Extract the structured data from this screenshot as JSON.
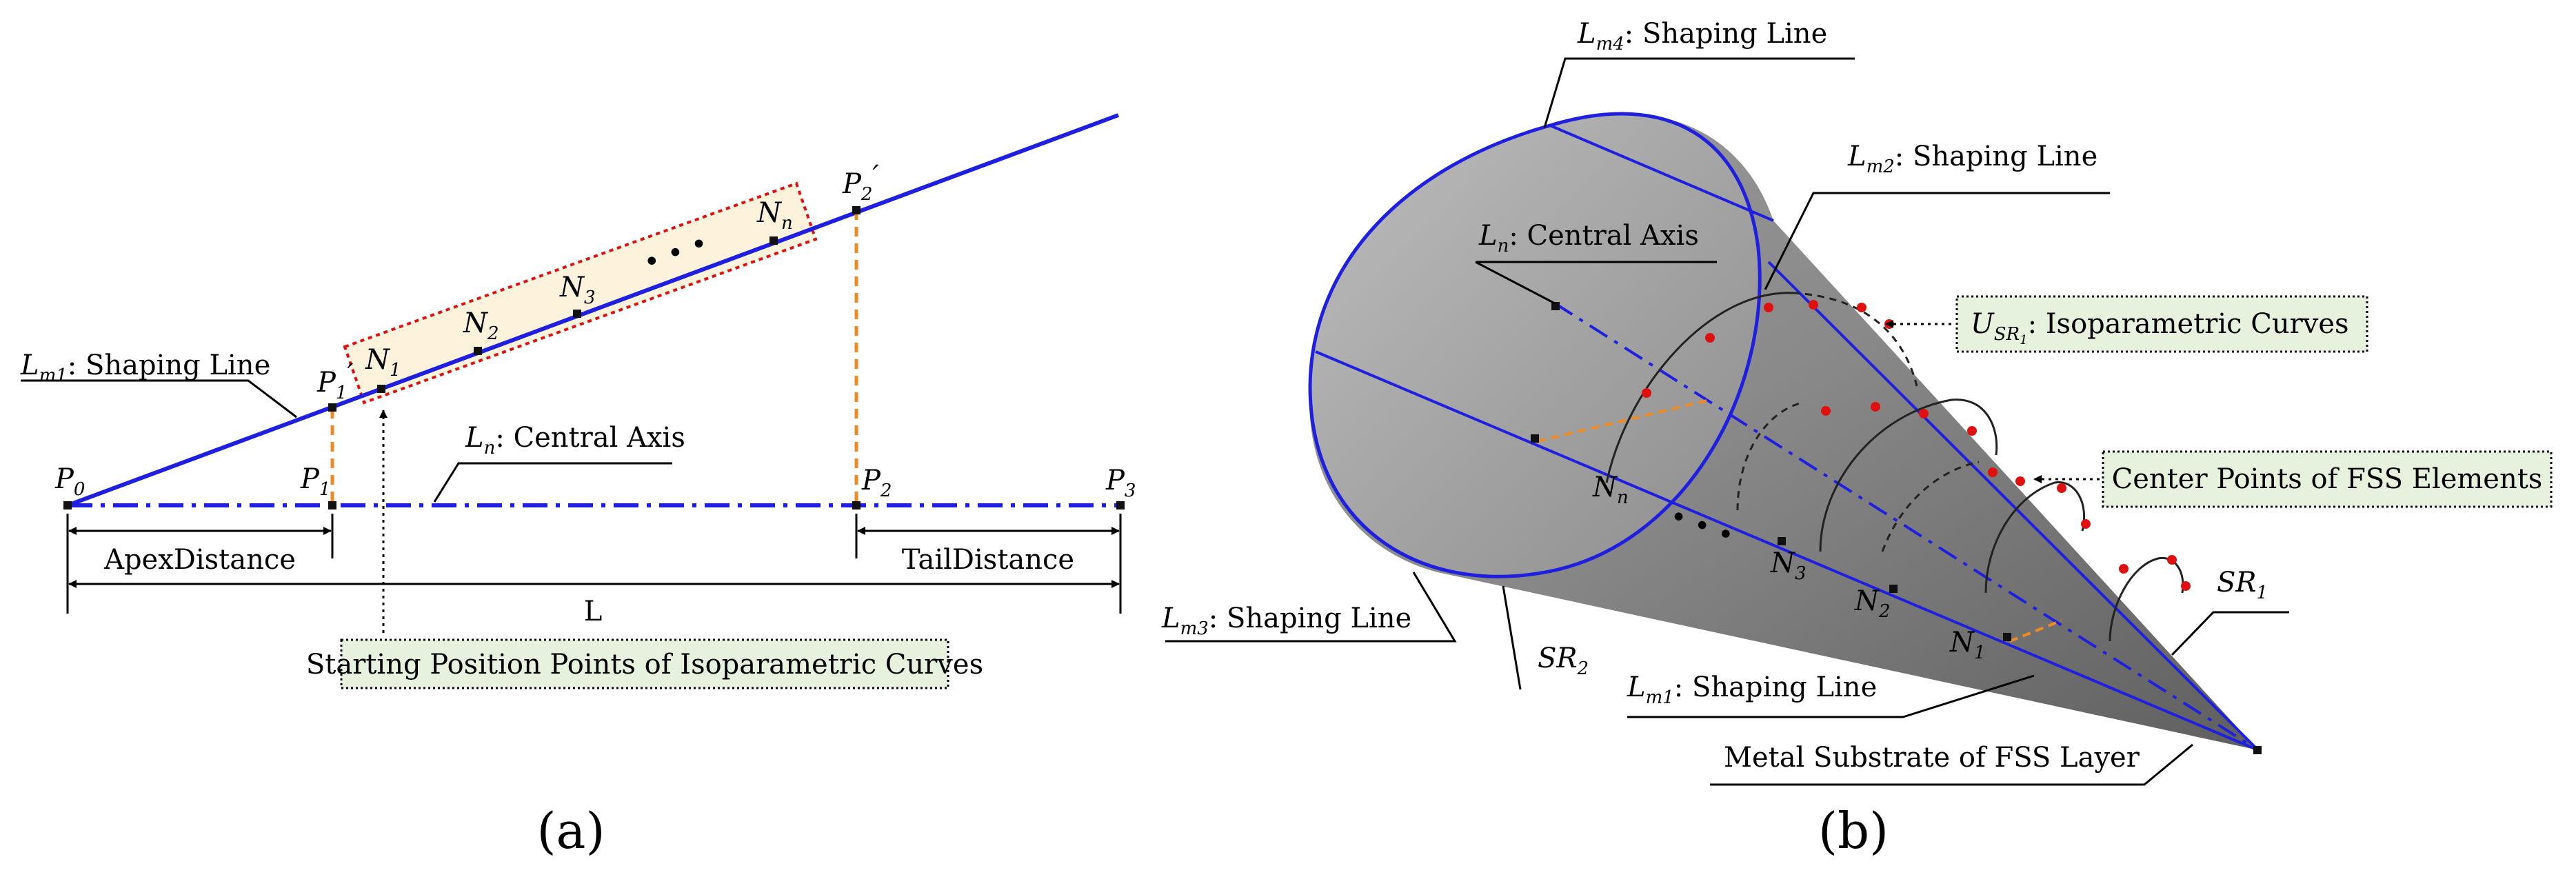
{
  "colors": {
    "blue": "#1f1fe0",
    "orange": "#f08a24",
    "red": "#e01010",
    "box_fill": "#fdf3dc",
    "note_fill": "#e6f2de",
    "cone_dark": "#6e6e6e",
    "cone_light": "#b4b4b4"
  },
  "panel_a": {
    "caption": "(a)",
    "shaping_line": {
      "main": "L",
      "sub": "m1",
      "text": ": Shaping Line"
    },
    "central_axis": {
      "main": "L",
      "sub": "n",
      "text": ": Central Axis"
    },
    "points": {
      "p0": {
        "main": "P",
        "sub": "0"
      },
      "p1": {
        "main": "P",
        "sub": "1"
      },
      "p2": {
        "main": "P",
        "sub": "2"
      },
      "p3": {
        "main": "P",
        "sub": "3"
      },
      "p1p": {
        "main": "P",
        "sub": "1",
        "prime": "′"
      },
      "p2p": {
        "main": "P",
        "sub": "2",
        "prime": "′"
      }
    },
    "nodes": {
      "n1": {
        "main": "N",
        "sub": "1"
      },
      "n2": {
        "main": "N",
        "sub": "2"
      },
      "n3": {
        "main": "N",
        "sub": "3"
      },
      "nn": {
        "main": "N",
        "sub": "n"
      }
    },
    "ellipsis": "• • •",
    "apex_distance": "ApexDistance",
    "tail_distance": "TailDistance",
    "total_length": "L",
    "note": "Starting Position Points of Isoparametric Curves"
  },
  "panel_b": {
    "caption": "(b)",
    "lm4": {
      "main": "L",
      "sub": "m4",
      "text": ": Shaping Line"
    },
    "lm2": {
      "main": "L",
      "sub": "m2",
      "text": ": Shaping Line"
    },
    "lm3": {
      "main": "L",
      "sub": "m3",
      "text": ": Shaping Line"
    },
    "lm1": {
      "main": "L",
      "sub": "m1",
      "text": ": Shaping Line"
    },
    "ln": {
      "main": "L",
      "sub": "n",
      "text": ": Central Axis"
    },
    "iso_note": {
      "main": "U",
      "sub": "SR",
      "subsub": "1",
      "text": ": Isoparametric Curves"
    },
    "center_note": "Center Points of FSS Elements",
    "sr1": {
      "main": "SR",
      "sub": "1"
    },
    "sr2": {
      "main": "SR",
      "sub": "2"
    },
    "metal": "Metal Substrate of FSS Layer",
    "nodes": {
      "nn": {
        "main": "N",
        "sub": "n"
      },
      "n3": {
        "main": "N",
        "sub": "3"
      },
      "n2": {
        "main": "N",
        "sub": "2"
      },
      "n1": {
        "main": "N",
        "sub": "1"
      }
    },
    "ellipsis": "• • •"
  }
}
